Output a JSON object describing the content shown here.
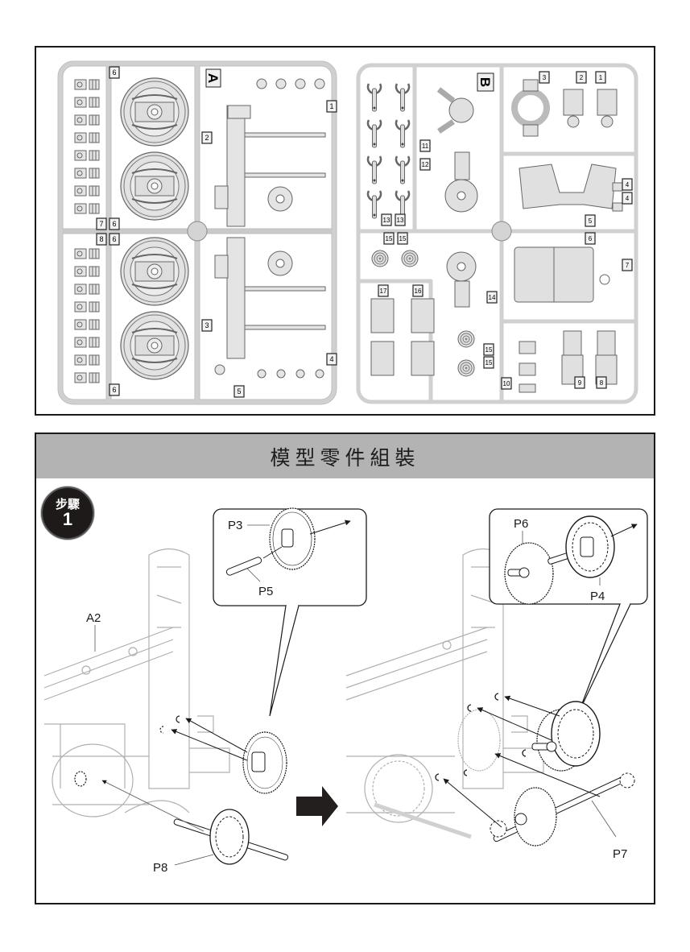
{
  "sprues": {
    "sprue_a": {
      "letter": "A",
      "part_numbers": [
        "1",
        "2",
        "3",
        "4",
        "5",
        "6",
        "6",
        "6",
        "6",
        "7",
        "8"
      ]
    },
    "sprue_b": {
      "letter": "B",
      "part_numbers": [
        "1",
        "2",
        "3",
        "4",
        "4",
        "5",
        "6",
        "7",
        "8",
        "9",
        "10",
        "11",
        "12",
        "13",
        "13",
        "14",
        "15",
        "15",
        "15",
        "15",
        "16",
        "17"
      ]
    }
  },
  "assembly": {
    "header_title": "模型零件組裝",
    "step": {
      "word": "步驟",
      "number": "1"
    },
    "labels": {
      "a2": "A2",
      "p3": "P3",
      "p5": "P5",
      "p8": "P8",
      "p6": "P6",
      "p4": "P4",
      "p7": "P7"
    }
  },
  "colors": {
    "sprue_fill": "#d9d9d9",
    "sprue_stroke": "#7a7a7a",
    "header_bg": "#b3b3b3",
    "badge_bg": "#1e1a1a",
    "ink": "#1a1a1a",
    "ghost_line": "#b0b0b0"
  }
}
